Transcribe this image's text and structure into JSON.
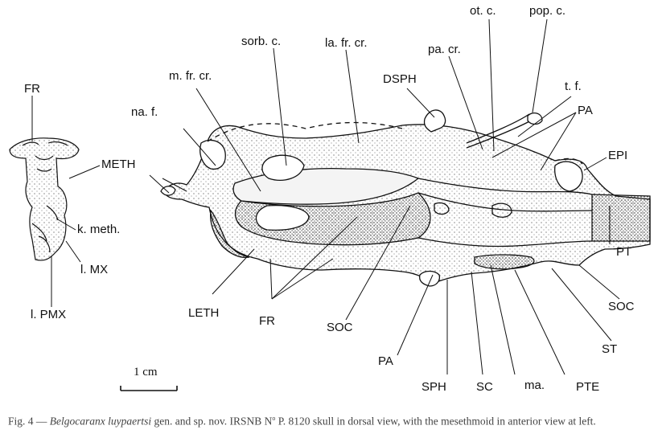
{
  "figure": {
    "labels": {
      "fr_left": "FR",
      "meth": "METH",
      "k_meth": "k. meth.",
      "l_mx": "l. MX",
      "l_pmx": "l. PMX",
      "na_f": "na. f.",
      "m_fr_cr": "m. fr. cr.",
      "sorb_c": "sorb. c.",
      "la_fr_cr": "la. fr. cr.",
      "dsph": "DSPH",
      "pa_cr": "pa. cr.",
      "ot_c": "ot. c.",
      "pop_c": "pop. c.",
      "t_f": "t. f.",
      "pa_top": "PA",
      "epi": "EPI",
      "pt": "PT",
      "soc_right": "SOC",
      "st": "ST",
      "leth": "LETH",
      "fr_bottom": "FR",
      "soc_bottom": "SOC",
      "pa_bottom": "PA",
      "sph": "SPH",
      "sc": "SC",
      "ma": "ma.",
      "pte": "PTE"
    },
    "scale_bar": "1 cm"
  },
  "caption": {
    "prefix": "Fig. 4 — ",
    "species": "Belgocaranx luypaertsi",
    "middle": " gen. and sp. nov. IRSNB N",
    "superscript": "o",
    "suffix": " P. 8120 skull in dorsal view, with the mesethmoid in anterior view at left."
  }
}
